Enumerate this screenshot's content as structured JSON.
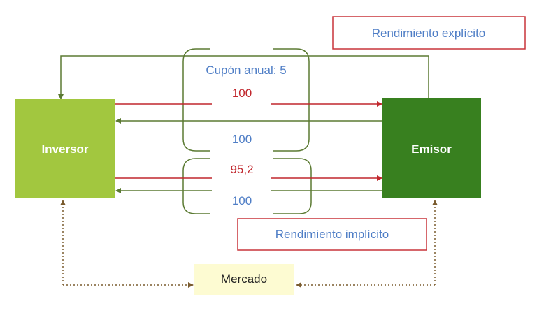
{
  "nodes": {
    "inversor": {
      "label": "Inversor",
      "fill": "#a2c73f"
    },
    "emisor": {
      "label": "Emisor",
      "fill": "#38801f"
    },
    "mercado": {
      "label": "Mercado",
      "fill": "#fdfbd2"
    }
  },
  "callouts": {
    "explicito": {
      "label": "Rendimiento explícito"
    },
    "implicito": {
      "label": "Rendimiento implícito"
    }
  },
  "bond_explicit": {
    "coupon": "Cupón anual: 5",
    "price": "100",
    "redemption": "100"
  },
  "bond_implicit": {
    "price": "95,2",
    "redemption": "100"
  },
  "colors": {
    "red": "#c1272d",
    "blue": "#4f7ec6",
    "olive": "#5b7a32",
    "callout_border": "#c9343a",
    "dotted": "#7a5b2e"
  }
}
